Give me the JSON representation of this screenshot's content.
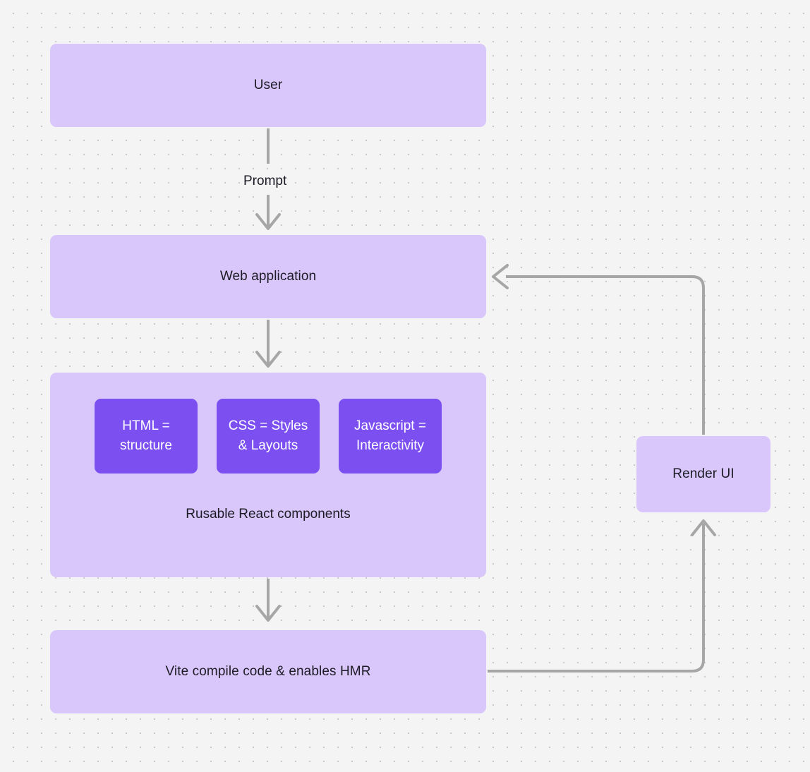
{
  "canvas": {
    "background_color": "#f4f4f5",
    "dot_color": "#c9c9ce",
    "node_fill": "#d9c7fb",
    "chip_fill": "#7b4ff0",
    "edge_color": "#a6a6a6",
    "text_color": "#1d1b25",
    "chip_text_color": "#ffffff"
  },
  "nodes": {
    "user": {
      "label": "User"
    },
    "webapp": {
      "label": "Web application"
    },
    "components": {
      "caption": "Rusable React components",
      "chips": [
        {
          "line1": "HTML =",
          "line2": "structure"
        },
        {
          "line1": "CSS = Styles",
          "line2": "& Layouts"
        },
        {
          "line1": "Javascript =",
          "line2": "Interactivity"
        }
      ]
    },
    "vite": {
      "label": "Vite compile code & enables HMR"
    },
    "render": {
      "label": "Render UI"
    }
  },
  "edges": {
    "user_to_webapp": {
      "label": "Prompt"
    },
    "webapp_to_components": {
      "label": ""
    },
    "components_to_vite": {
      "label": ""
    },
    "vite_to_render": {
      "label": ""
    },
    "render_to_webapp": {
      "label": ""
    }
  }
}
